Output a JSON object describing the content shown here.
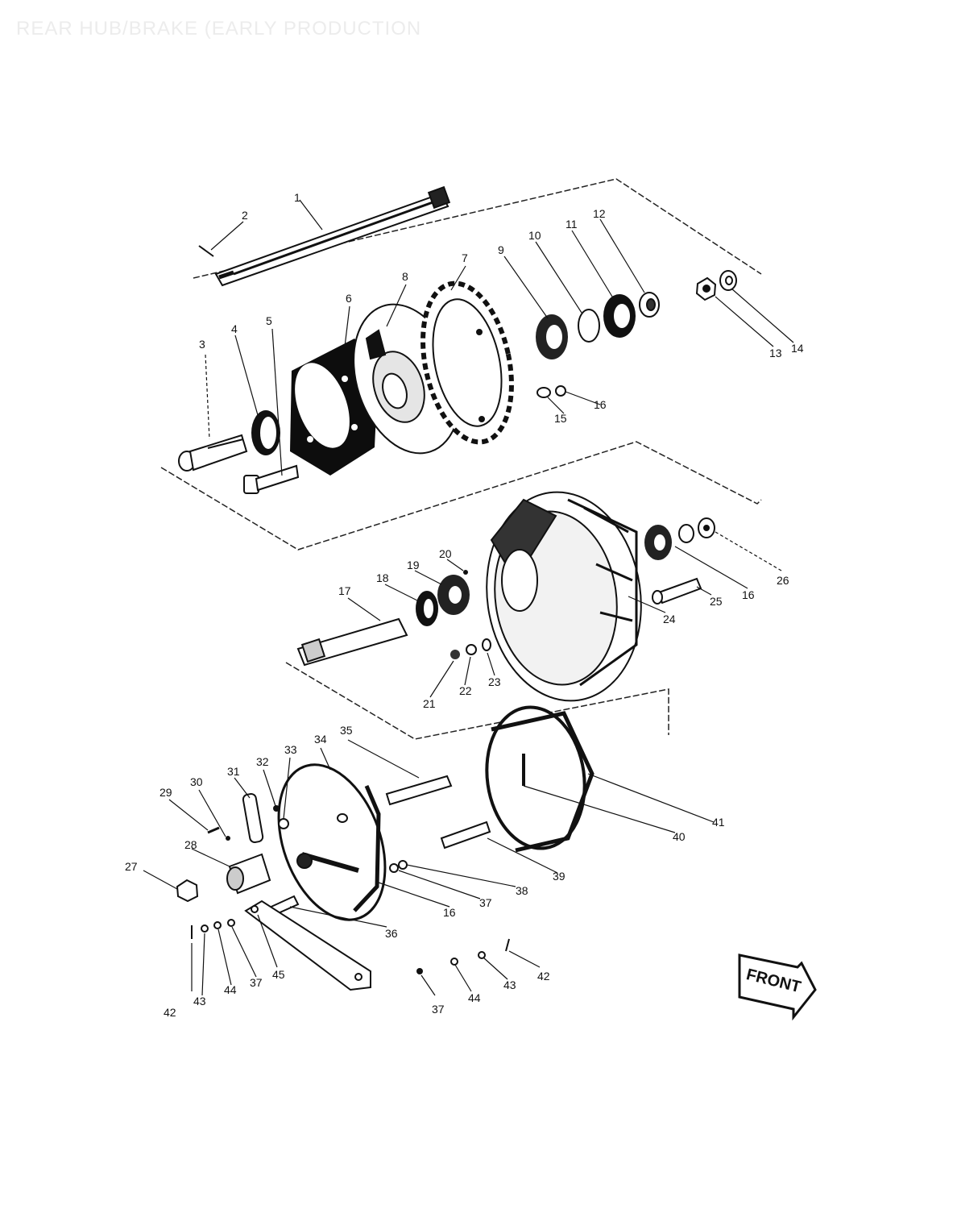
{
  "title": "REAR HUB/BRAKE (EARLY PRODUCTION",
  "direction_label": "FRONT",
  "labels": {
    "l1": "1",
    "l2": "2",
    "l3": "3",
    "l4": "4",
    "l5": "5",
    "l6": "6",
    "l7": "7",
    "l8": "8",
    "l9": "9",
    "l10": "10",
    "l11": "11",
    "l12": "12",
    "l13": "13",
    "l14": "14",
    "l15": "15",
    "l16a": "16",
    "l16b": "16",
    "l16c": "16",
    "l17": "17",
    "l18": "18",
    "l19": "19",
    "l20": "20",
    "l21": "21",
    "l22": "22",
    "l23": "23",
    "l24": "24",
    "l25": "25",
    "l26": "26",
    "l27": "27",
    "l28": "28",
    "l29": "29",
    "l30": "30",
    "l31": "31",
    "l32": "32",
    "l33": "33",
    "l34": "34",
    "l35": "35",
    "l36": "36",
    "l37a": "37",
    "l37b": "37",
    "l37c": "37",
    "l38": "38",
    "l39": "39",
    "l40": "40",
    "l41": "41",
    "l42a": "42",
    "l42b": "42",
    "l43a": "43",
    "l43b": "43",
    "l44a": "44",
    "l44b": "44",
    "l45": "45"
  }
}
